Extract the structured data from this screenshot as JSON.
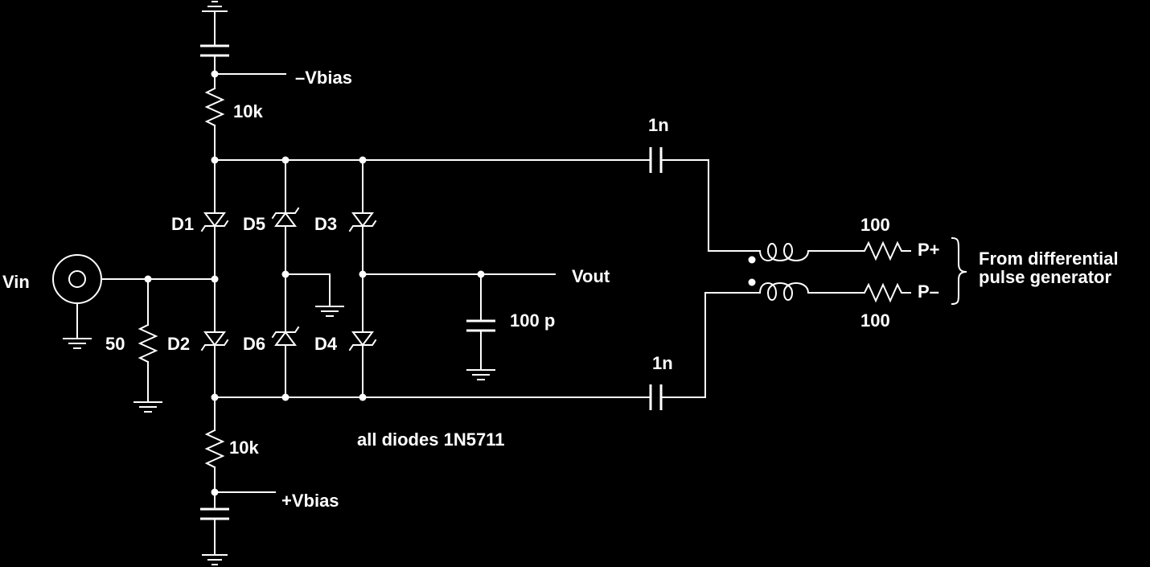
{
  "labels": {
    "neg_vbias": "–Vbias",
    "pos_vbias": "+Vbias",
    "r_top": "10k",
    "r_bottom": "10k",
    "r_input": "50",
    "vin": "Vin",
    "vout": "Vout",
    "c_top": "1n",
    "c_bottom": "1n",
    "c_out": "100 p",
    "d1": "D1",
    "d2": "D2",
    "d3": "D3",
    "d4": "D4",
    "d5": "D5",
    "d6": "D6",
    "r_p_plus": "100",
    "r_p_minus": "100",
    "p_plus": "P+",
    "p_minus": "P–",
    "source_line1": "From differential",
    "source_line2": "pulse generator",
    "note": "all diodes 1N5711"
  }
}
